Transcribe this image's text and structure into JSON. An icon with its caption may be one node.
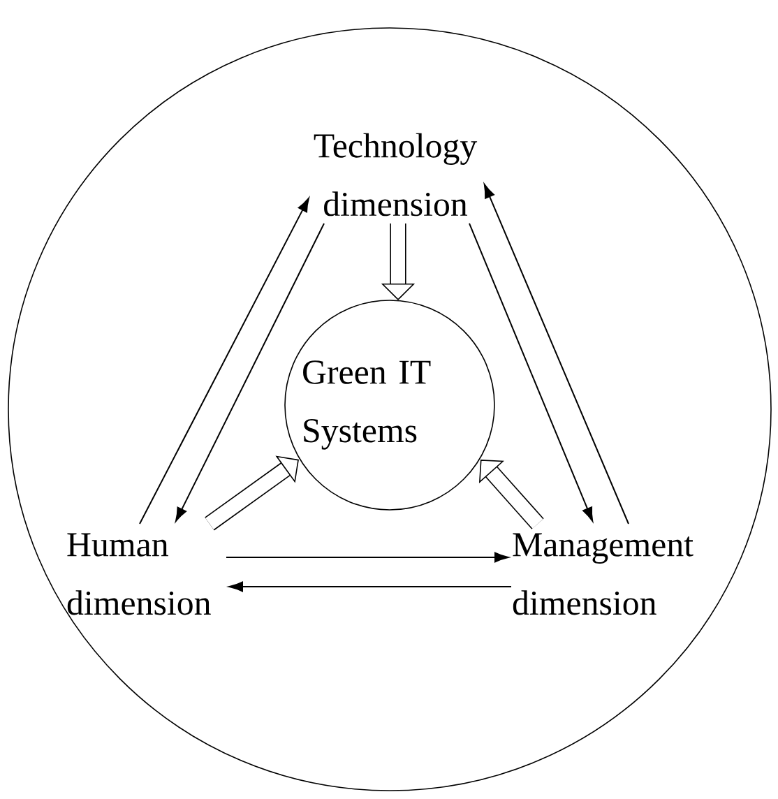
{
  "diagram": {
    "nodes": [
      {
        "text": [],
        "shape": "circle"
      },
      {
        "text": [
          "Technology dimension"
        ],
        "in": 0
      },
      {
        "text": [
          "Green IT Systems"
        ],
        "in": 0
      },
      {
        "text": [
          "Human dimension"
        ],
        "in": 0
      },
      {
        "text": [
          "Management dimension"
        ],
        "in": 0
      }
    ],
    "edges": [
      {
        "from": 3,
        "to": 1,
        "arrow": "to"
      },
      {
        "from": 1,
        "to": 3,
        "arrow": "to"
      },
      {
        "from": 1,
        "to": 4,
        "arrow": "to"
      },
      {
        "from": 4,
        "to": 1,
        "arrow": "to"
      },
      {
        "from": 3,
        "to": 4,
        "arrow": "to"
      },
      {
        "from": 4,
        "to": 3,
        "arrow": "to"
      },
      {
        "from": 1,
        "to": 2,
        "arrow": "to",
        "style": "thick"
      },
      {
        "from": 3,
        "to": 2,
        "arrow": "to",
        "style": "thick"
      },
      {
        "from": 4,
        "to": 2,
        "arrow": "to",
        "style": "thick"
      }
    ]
  }
}
